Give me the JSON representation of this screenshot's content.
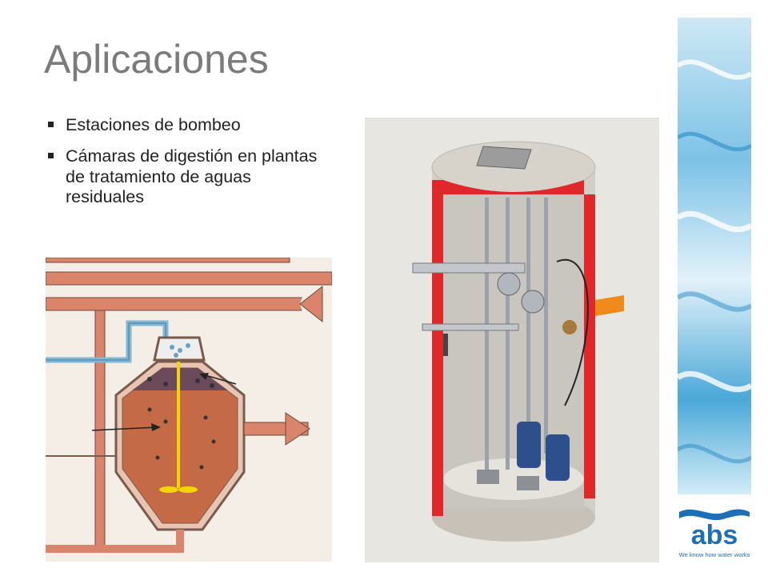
{
  "slide": {
    "title": "Aplicaciones",
    "bullets": [
      "Estaciones de bombeo",
      "Cámaras de digestión en plantas de tratamiento de aguas residuales"
    ]
  },
  "logo": {
    "text": "abs",
    "tagline": "We know how water works"
  },
  "colors": {
    "title": "#7b7b7b",
    "pipe": "#d9846b",
    "sludge": "#c56a46",
    "wall_red": "#e0282a",
    "logo_blue": "#1d6fb8"
  },
  "figures": {
    "digester_icon": "digester-diagram",
    "pump_icon": "pumping-station-cutaway",
    "water_icon": "water-texture-band"
  }
}
